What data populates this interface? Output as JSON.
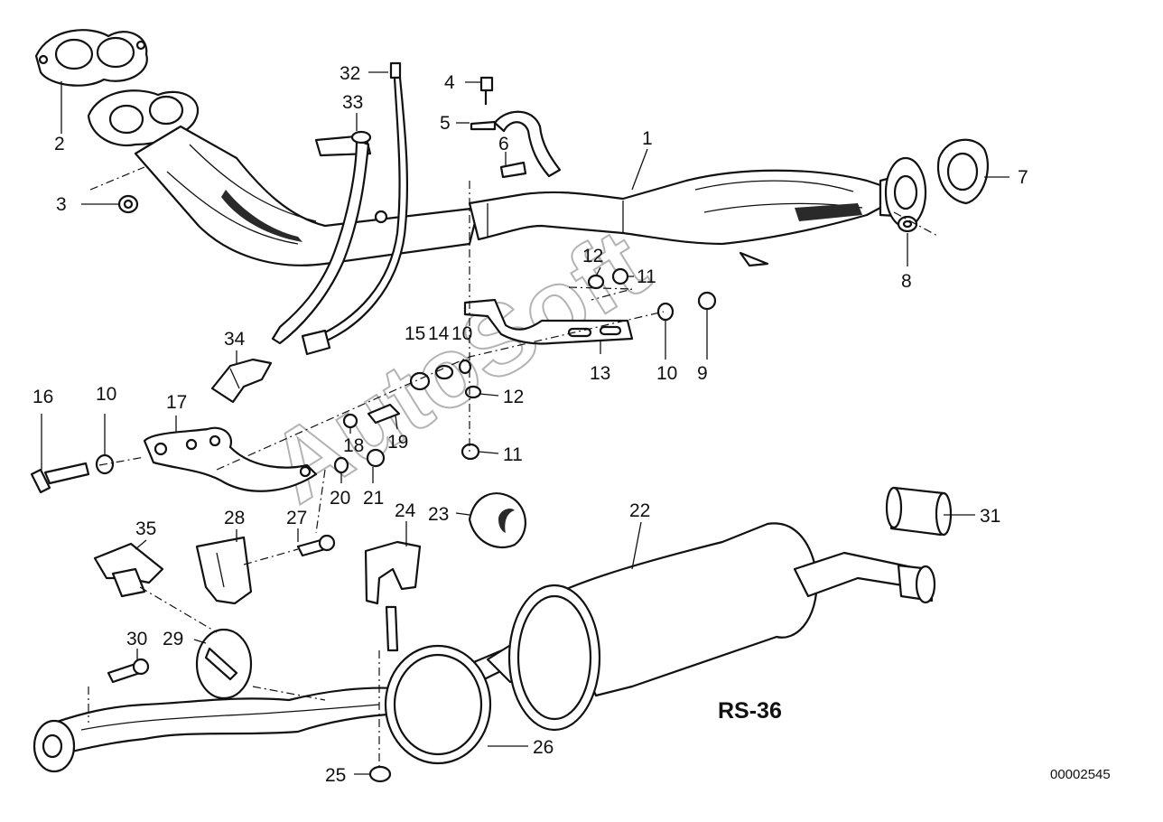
{
  "diagram": {
    "code": "RS-36",
    "doc_number": "00002545",
    "watermark": "AutoSoft",
    "callouts": [
      {
        "id": "c1",
        "text": "1"
      },
      {
        "id": "c2",
        "text": "2"
      },
      {
        "id": "c3",
        "text": "3"
      },
      {
        "id": "c4",
        "text": "4"
      },
      {
        "id": "c5",
        "text": "5"
      },
      {
        "id": "c6",
        "text": "6"
      },
      {
        "id": "c7",
        "text": "7"
      },
      {
        "id": "c8",
        "text": "8"
      },
      {
        "id": "c9",
        "text": "9"
      },
      {
        "id": "c10a",
        "text": "10"
      },
      {
        "id": "c10b",
        "text": "10"
      },
      {
        "id": "c10c",
        "text": "10"
      },
      {
        "id": "c11a",
        "text": "11"
      },
      {
        "id": "c11b",
        "text": "11"
      },
      {
        "id": "c12a",
        "text": "12"
      },
      {
        "id": "c12b",
        "text": "12"
      },
      {
        "id": "c13",
        "text": "13"
      },
      {
        "id": "c14",
        "text": "14"
      },
      {
        "id": "c15",
        "text": "15"
      },
      {
        "id": "c16",
        "text": "16"
      },
      {
        "id": "c17",
        "text": "17"
      },
      {
        "id": "c18",
        "text": "18"
      },
      {
        "id": "c19",
        "text": "19"
      },
      {
        "id": "c20",
        "text": "20"
      },
      {
        "id": "c21",
        "text": "21"
      },
      {
        "id": "c22",
        "text": "22"
      },
      {
        "id": "c23",
        "text": "23"
      },
      {
        "id": "c24",
        "text": "24"
      },
      {
        "id": "c25",
        "text": "25"
      },
      {
        "id": "c26",
        "text": "26"
      },
      {
        "id": "c27",
        "text": "27"
      },
      {
        "id": "c28",
        "text": "28"
      },
      {
        "id": "c29",
        "text": "29"
      },
      {
        "id": "c30",
        "text": "30"
      },
      {
        "id": "c31",
        "text": "31"
      },
      {
        "id": "c32",
        "text": "32"
      },
      {
        "id": "c33",
        "text": "33"
      },
      {
        "id": "c34",
        "text": "34"
      },
      {
        "id": "c35",
        "text": "35"
      }
    ]
  }
}
